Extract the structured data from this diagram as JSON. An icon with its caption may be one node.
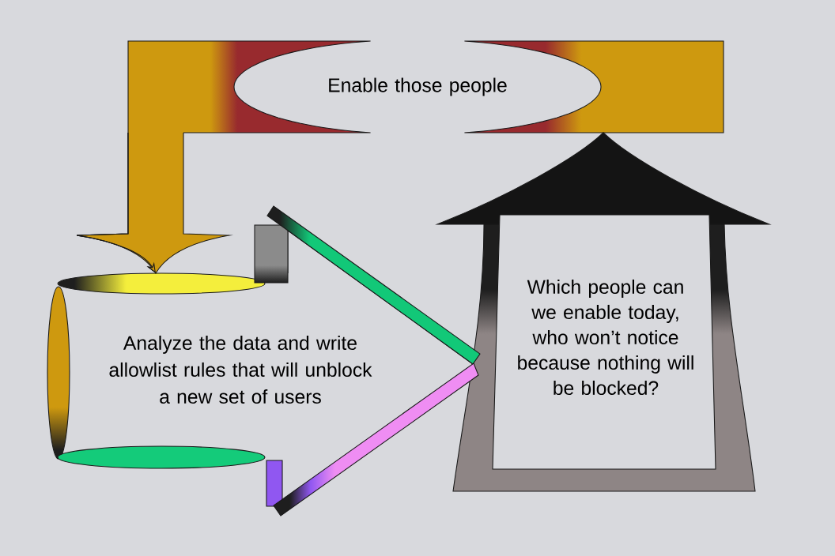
{
  "diagram": {
    "nodes": [
      {
        "text": [
          "Enable those people"
        ]
      },
      {
        "text": [
          "Analyze the data and write allowlist rules that will unblock a new set of users"
        ]
      },
      {
        "text": [
          "Which people can we enable today, who won’t notice because nothing will be blocked?"
        ]
      }
    ],
    "edges": [
      {
        "from": 0,
        "to": 1,
        "arrow": "to"
      },
      {
        "from": 1,
        "to": 2,
        "arrow": "none"
      }
    ]
  }
}
